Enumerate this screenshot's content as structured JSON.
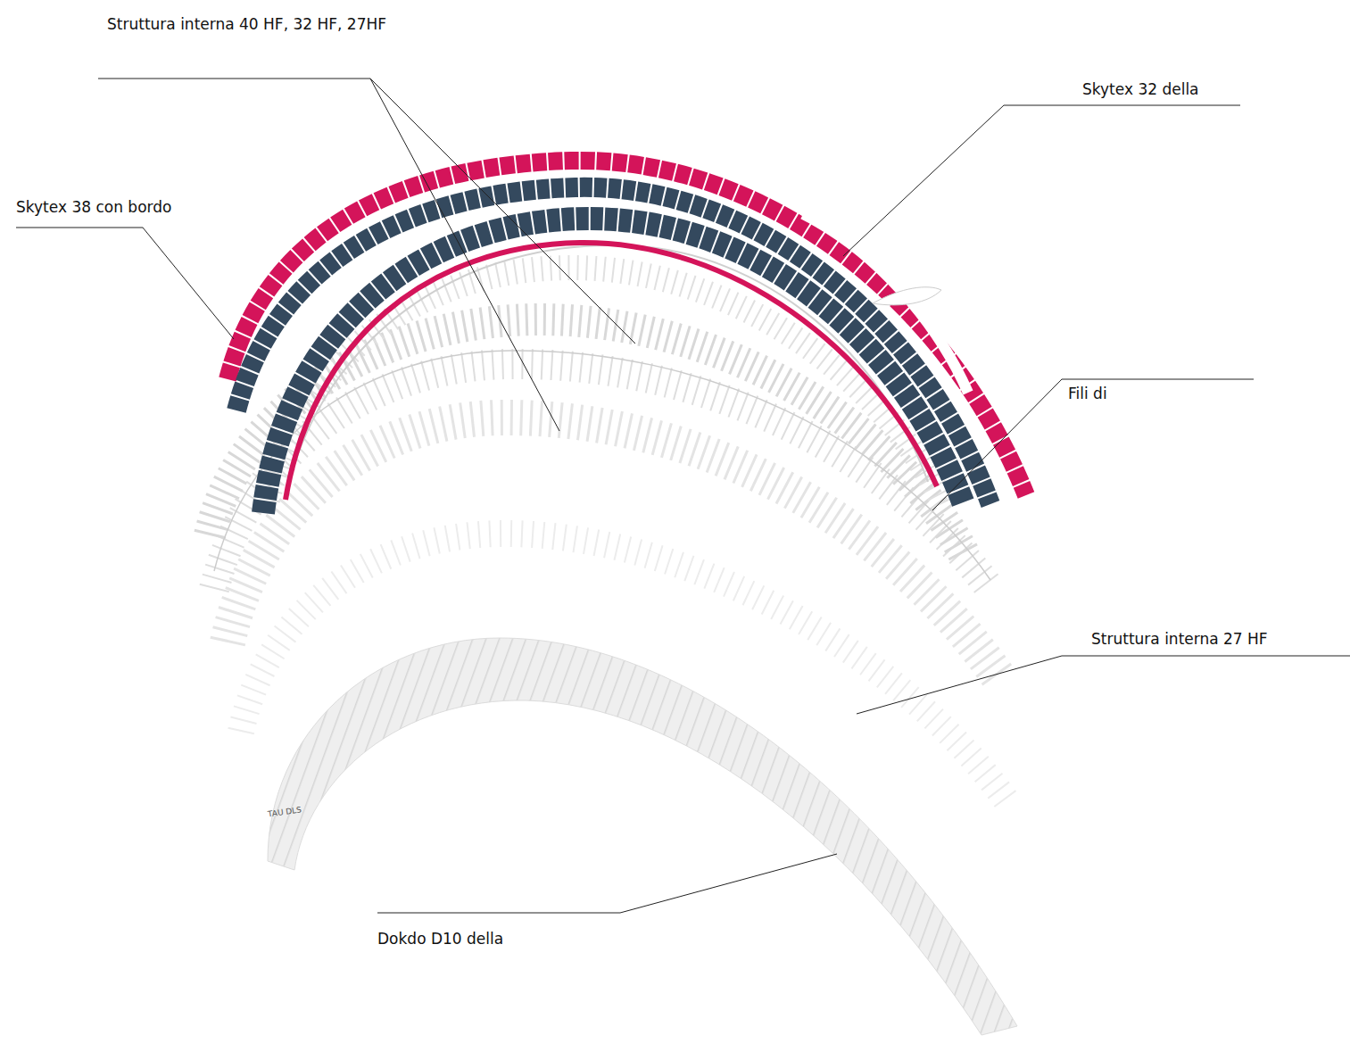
{
  "diagram": {
    "labels": [
      "Struttura interna 40 HF, 32 HF, 27HF",
      "Skytex 32 della",
      "Skytex 38 con bordo",
      "Fili di",
      "Struttura interna 27 HF",
      "TAU DLS",
      "Dokdo D10 della"
    ]
  }
}
